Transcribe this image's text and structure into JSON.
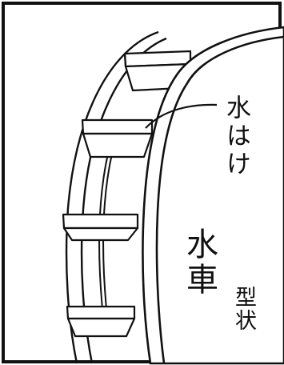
{
  "labels": {
    "blade": "水はけ",
    "title_main": "水車",
    "title_sub": "型状"
  },
  "icons": {
    "diagram": "water-wheel-illustration",
    "leader": "leader-line"
  },
  "colors": {
    "ink": "#111111",
    "paper": "#ffffff"
  }
}
